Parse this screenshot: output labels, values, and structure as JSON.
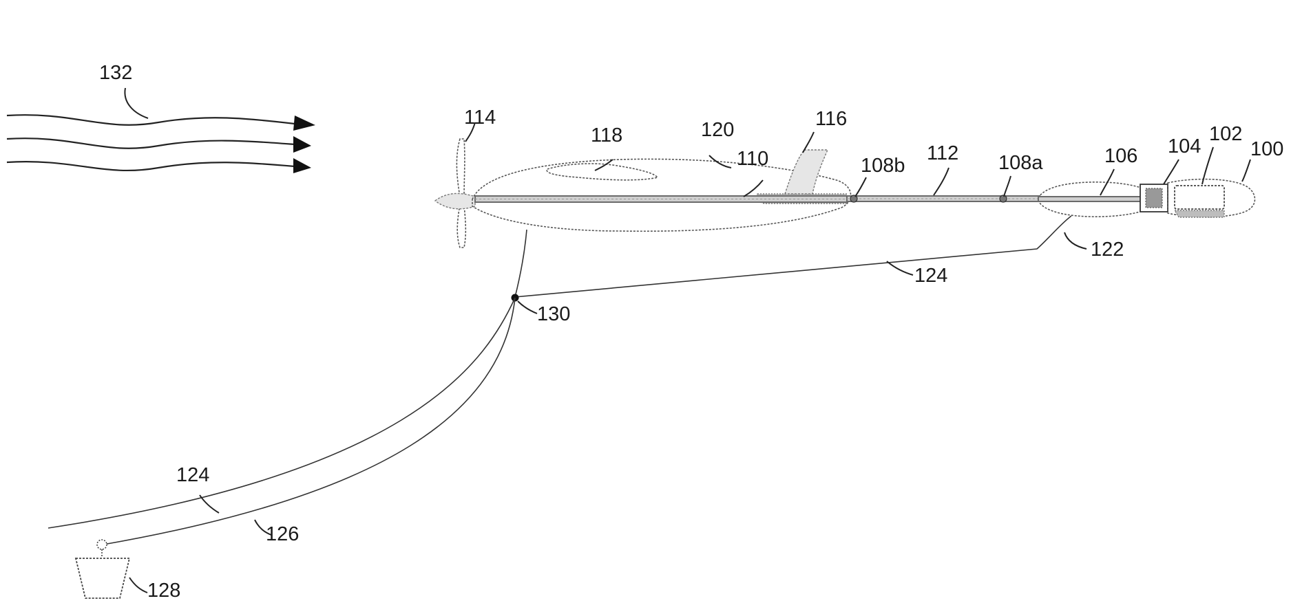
{
  "figure": {
    "labels": {
      "l100": "100",
      "l102": "102",
      "l104": "104",
      "l106": "106",
      "l108a": "108a",
      "l108b": "108b",
      "l110": "110",
      "l112": "112",
      "l114": "114",
      "l116": "116",
      "l118": "118",
      "l120": "120",
      "l122": "122",
      "l124_upper": "124",
      "l124_lower": "124",
      "l126": "126",
      "l128": "128",
      "l130": "130",
      "l132": "132"
    },
    "colors": {
      "line": "#222222",
      "outline": "#555555",
      "fill_light": "#e6e6e6",
      "fill_speckle": "#bdbdbd"
    }
  }
}
